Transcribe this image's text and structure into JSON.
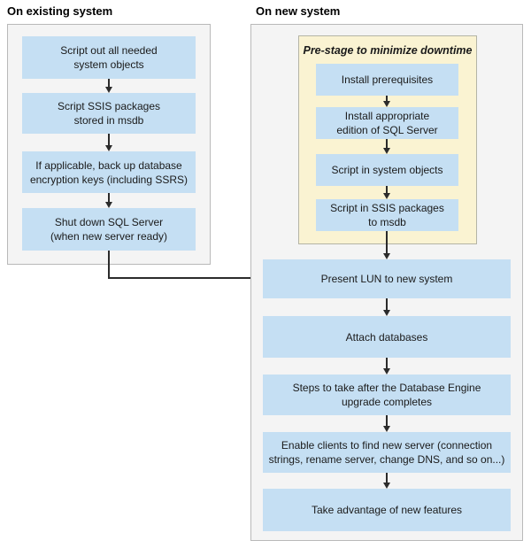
{
  "headers": {
    "left": "On existing system",
    "right": "On new system"
  },
  "existing_system": {
    "steps": [
      "Script out all needed\nsystem objects",
      "Script SSIS packages\nstored in msdb",
      "If applicable, back up database\nencryption keys (including SSRS)",
      "Shut down SQL Server\n(when new server ready)"
    ]
  },
  "new_system": {
    "prestage": {
      "title": "Pre-stage to minimize downtime",
      "steps": [
        "Install prerequisites",
        "Install appropriate\nedition of SQL Server",
        "Script in system objects",
        "Script in SSIS packages\nto msdb"
      ]
    },
    "steps": [
      "Present LUN to new system",
      "Attach databases",
      "Steps to take after the Database Engine\nupgrade completes",
      "Enable clients to find new server (connection\nstrings, rename server, change DNS, and so on...)",
      "Take advantage of new features"
    ]
  },
  "colors": {
    "node-fill": "#c5dff3",
    "panel-fill": "#f4f4f4",
    "panel-border": "#b9b9b9",
    "prestage-fill": "#faf3d2",
    "prestage-border": "#b4b4a6",
    "arrow": "#2b2b2b",
    "text": "#1a1a1a"
  }
}
